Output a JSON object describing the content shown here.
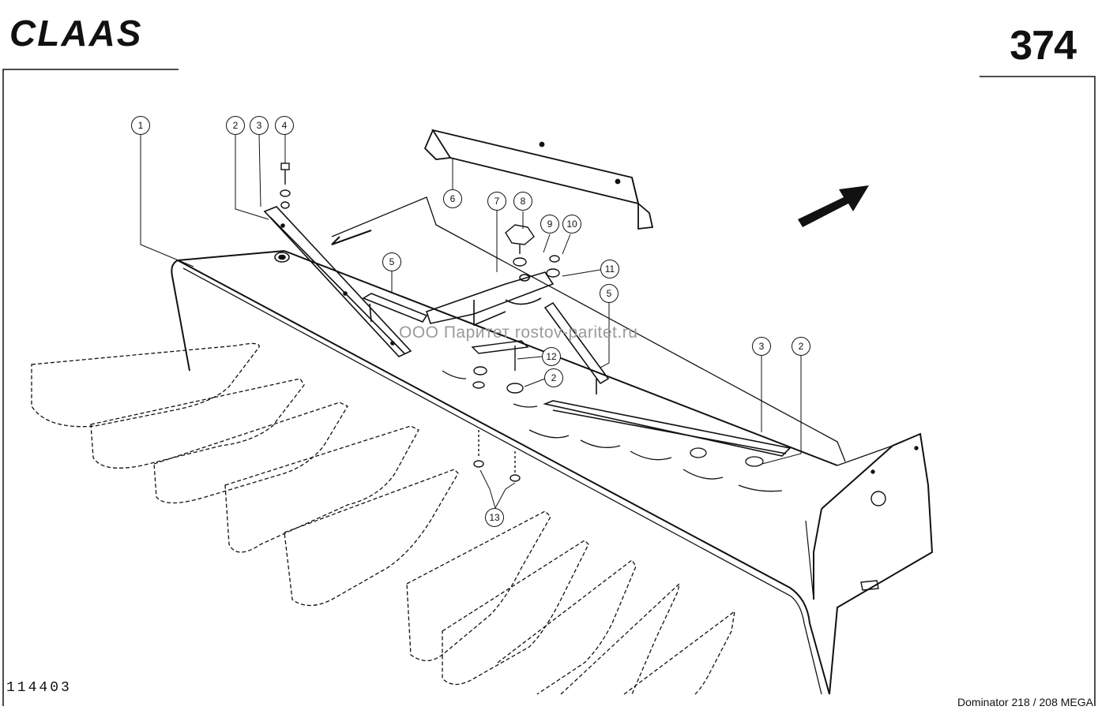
{
  "header": {
    "brand_logo": "CLAAS",
    "page_number": "374"
  },
  "footer": {
    "drawing_number": "114403",
    "model": "Dominator 218 / 208 MEGA"
  },
  "watermark": "ООО Паритет    rostov-paritet.ru",
  "callouts": [
    {
      "id": "callout-1",
      "label": "1"
    },
    {
      "id": "callout-2-top",
      "label": "2"
    },
    {
      "id": "callout-3-top",
      "label": "3"
    },
    {
      "id": "callout-4",
      "label": "4"
    },
    {
      "id": "callout-5-left",
      "label": "5"
    },
    {
      "id": "callout-6",
      "label": "6"
    },
    {
      "id": "callout-7",
      "label": "7"
    },
    {
      "id": "callout-8",
      "label": "8"
    },
    {
      "id": "callout-9",
      "label": "9"
    },
    {
      "id": "callout-10",
      "label": "10"
    },
    {
      "id": "callout-11",
      "label": "11"
    },
    {
      "id": "callout-5-right",
      "label": "5"
    },
    {
      "id": "callout-12",
      "label": "12"
    },
    {
      "id": "callout-2-mid",
      "label": "2"
    },
    {
      "id": "callout-3-right",
      "label": "3"
    },
    {
      "id": "callout-2-right",
      "label": "2"
    },
    {
      "id": "callout-13",
      "label": "13"
    }
  ]
}
